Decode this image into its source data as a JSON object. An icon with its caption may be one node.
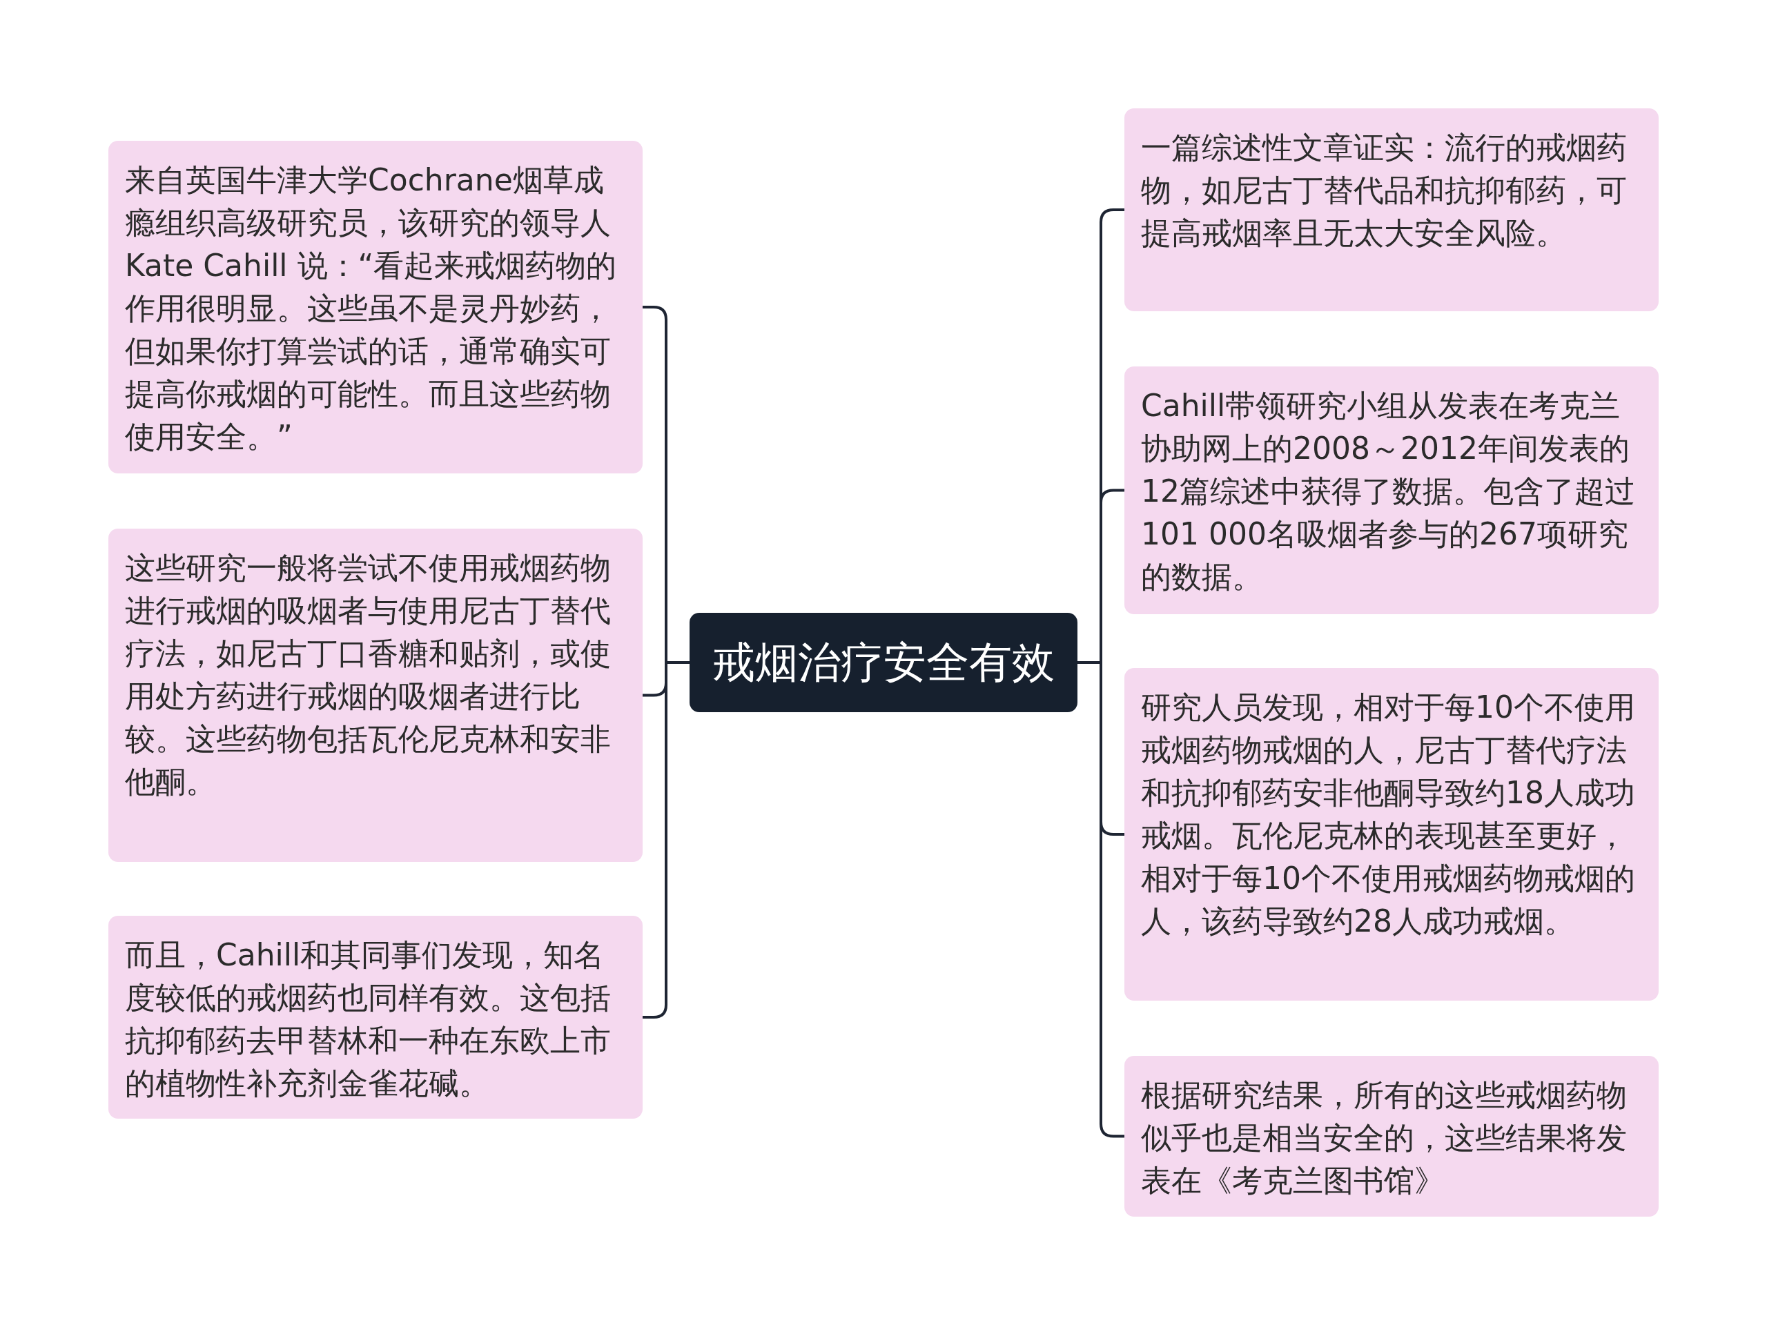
{
  "diagram": {
    "nodes": [
      {
        "text": [
          "戒烟治疗安全有效"
        ]
      },
      {
        "text": [
          "来自英国牛津大学Cochrane烟草成瘾组织高级研究员，该研究的领导人Kate Cahill 说：“看起来戒烟药物的作用很明显。这些虽不是灵丹妙药，但如果你打算尝试的话，通常确实可提高你戒烟的可能性。而且这些药物使用安全。”"
        ]
      },
      {
        "text": [
          "这些研究一般将尝试不使用戒烟药物进行戒烟的吸烟者与使用尼古丁替代疗法，如尼古丁口香糖和贴剂，或使用处方药进行戒烟的吸烟者进行比较。这些药物包括瓦伦尼克林和安非他酮。"
        ]
      },
      {
        "text": [
          "而且，Cahill和其同事们发现，知名度较低的戒烟药也同样有效。这包括抗抑郁药去甲替林和一种在东欧上市的植物性补充剂金雀花碱。"
        ]
      },
      {
        "text": [
          "一篇综述性文章证实：流行的戒烟药物，如尼古丁替代品和抗抑郁药，可提高戒烟率且无太大安全风险。"
        ]
      },
      {
        "text": [
          "Cahill带领研究小组从发表在考克兰协助网上的2008～2012年间发表的12篇综述中获得了数据。包含了超过101 000名吸烟者参与的267项研究的数据。"
        ]
      },
      {
        "text": [
          "研究人员发现，相对于每10个不使用戒烟药物戒烟的人，尼古丁替代疗法和抗抑郁药安非他酮导致约18人成功戒烟。瓦伦尼克林的表现甚至更好，相对于每10个不使用戒烟药物戒烟的人，该药导致约28人成功戒烟。"
        ]
      },
      {
        "text": [
          "根据研究结果，所有的这些戒烟药物似乎也是相当安全的，这些结果将发表在《考克兰图书馆》"
        ]
      }
    ],
    "edges": [
      {
        "from": 0,
        "to": 1,
        "arrow": "none"
      },
      {
        "from": 0,
        "to": 2,
        "arrow": "none"
      },
      {
        "from": 0,
        "to": 3,
        "arrow": "none"
      },
      {
        "from": 0,
        "to": 4,
        "arrow": "none"
      },
      {
        "from": 0,
        "to": 5,
        "arrow": "none"
      },
      {
        "from": 0,
        "to": 6,
        "arrow": "none"
      },
      {
        "from": 0,
        "to": 7,
        "arrow": "none"
      }
    ]
  }
}
